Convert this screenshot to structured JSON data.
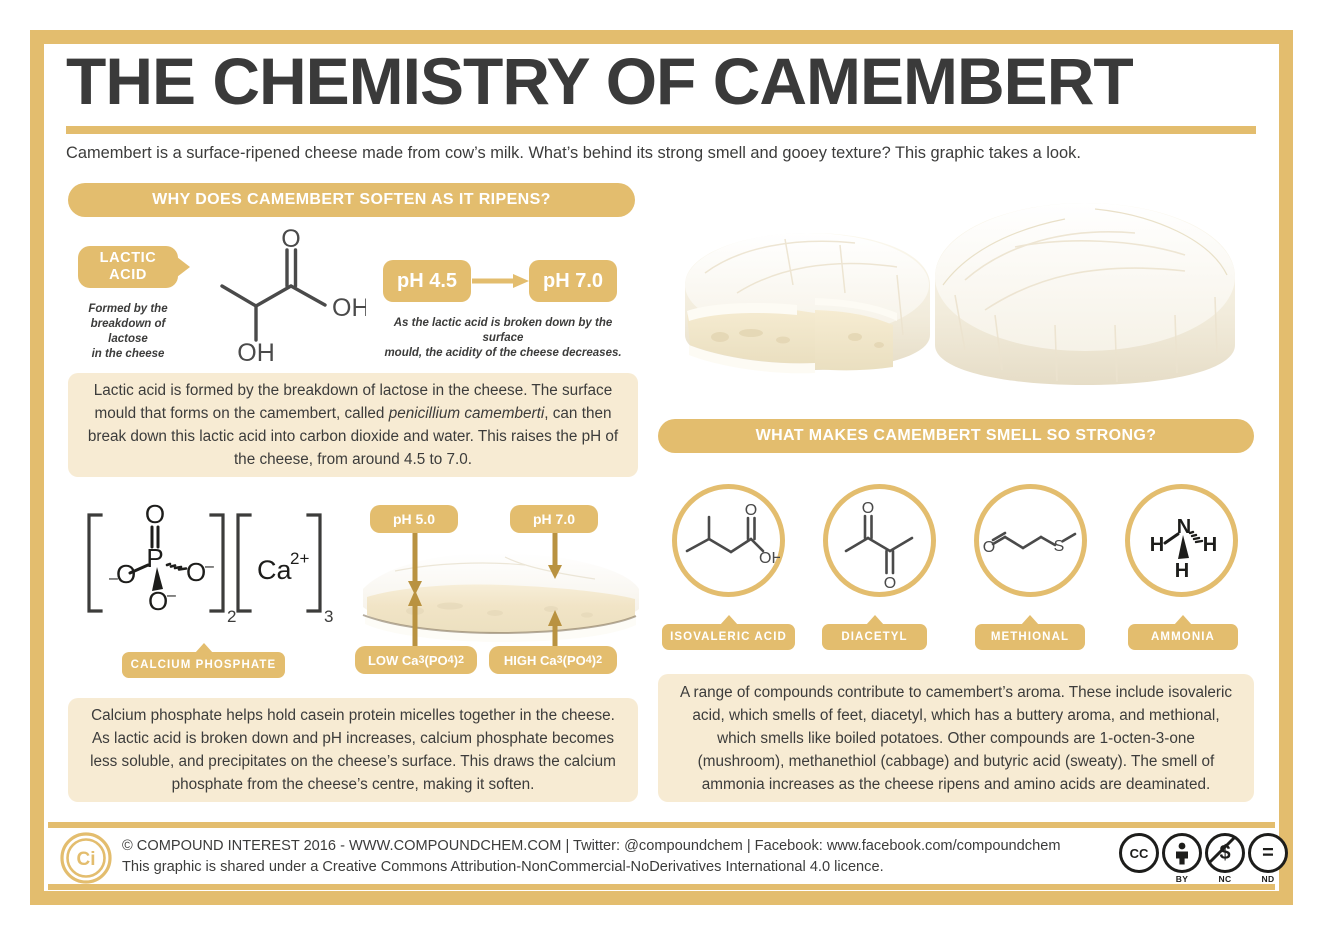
{
  "colors": {
    "gold": "#e3bd6e",
    "cream": "#f7ebd3",
    "ink": "#3c3c3b",
    "white": "#ffffff"
  },
  "header": {
    "title": "THE CHEMISTRY OF CAMEMBERT",
    "subtitle": "Camembert is a surface-ripened cheese made from cow’s milk. What’s behind its strong smell and gooey texture? This graphic takes a look."
  },
  "sections": {
    "soften_heading": "WHY DOES CAMEMBERT SOFTEN AS IT RIPENS?",
    "smell_heading": "WHAT MAKES CAMEMBERT SMELL SO STRONG?"
  },
  "lactic": {
    "callout_line1": "LACTIC",
    "callout_line2": "ACID",
    "caption": "Formed by the\nbreakdown of lactose\nin the cheese",
    "molecule_labels": {
      "carbonyl_o": "O",
      "hydroxyl_oh": "OH",
      "alpha_oh": "OH"
    }
  },
  "ph_shift": {
    "from": "pH 4.5",
    "to": "pH 7.0",
    "caption": "As the lactic acid is broken down by the surface\nmould, the acidity of the cheese decreases."
  },
  "info_boxes": {
    "lactic_text_before_italic": "Lactic acid is formed by the breakdown of lactose in the cheese. The surface mould that forms on the camembert, called ",
    "lactic_italic_1": "penicillium camemberti",
    "lactic_text_after_italic": ", can then break down this lactic acid into carbon dioxide and water. This raises the pH of the cheese, from around 4.5 to 7.0.",
    "calcium_text": "Calcium phosphate helps hold casein protein micelles together in the cheese. As lactic acid is broken down and pH increases, calcium phosphate becomes less soluble, and precipitates on the cheese’s surface. This draws the calcium phosphate from the cheese’s centre, making it soften.",
    "aroma_text": "A range of compounds contribute to camembert’s aroma. These include isovaleric acid, which smells of feet, diacetyl, which has a buttery aroma, and methional, which smells like boiled potatoes. Other compounds are 1-octen-3-one (mushroom), methanethiol (cabbage) and butyric acid (sweaty). The smell of ammonia increases as the cheese ripens and amino acids are deaminated."
  },
  "calcium_phosphate": {
    "label": "CALCIUM PHOSPHATE",
    "phosphate_subscript": "2",
    "calcium_subscript": "3",
    "atoms": {
      "p": "P",
      "double_o": "O",
      "left_o": "O",
      "right_o": "O",
      "bottom_o": "O",
      "charge": "–",
      "calcium": "Ca",
      "calcium_charge": "2+"
    }
  },
  "cheese_cross_section": {
    "top_left_label": "pH 5.0",
    "top_right_label": "pH 7.0",
    "bottom_left_label": "LOW Ca₃(PO₄)₂",
    "bottom_right_label": "HIGH Ca₃(PO₄)₂",
    "bottom_left_parts": {
      "prefix": "LOW Ca",
      "sub1": "3",
      "mid": "(PO",
      "sub2": "4",
      "close": ")",
      "sub3": "2"
    },
    "bottom_right_parts": {
      "prefix": "HIGH Ca",
      "sub1": "3",
      "mid": "(PO",
      "sub2": "4",
      "close": ")",
      "sub3": "2"
    }
  },
  "aroma_compounds": [
    {
      "name": "ISOVALERIC ACID",
      "atoms": {
        "o": "O",
        "oh": "OH"
      }
    },
    {
      "name": "DIACETYL",
      "atoms": {
        "o_top": "O",
        "o_bottom": "O"
      }
    },
    {
      "name": "METHIONAL",
      "atoms": {
        "o": "O",
        "s": "S"
      }
    },
    {
      "name": "AMMONIA",
      "atoms": {
        "n": "N",
        "h_left": "H",
        "h_right": "H",
        "h_bottom": "H"
      }
    }
  ],
  "footer": {
    "line1": "© COMPOUND INTEREST 2016 - WWW.COMPOUNDCHEM.COM  |  Twitter: @compoundchem  |  Facebook: www.facebook.com/compoundchem",
    "line2": "This graphic is shared under a Creative Commons Attribution-NonCommercial-NoDerivatives International 4.0 licence.",
    "logo_text": "Ci",
    "cc_badges": [
      {
        "glyph": "CC",
        "sub": ""
      },
      {
        "glyph": "ʇ",
        "sub": "BY"
      },
      {
        "glyph": "$",
        "sub": "NC"
      },
      {
        "glyph": "=",
        "sub": "ND"
      }
    ]
  }
}
